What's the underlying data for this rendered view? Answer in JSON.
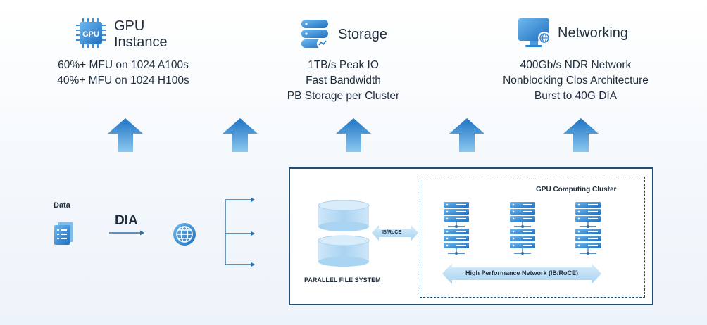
{
  "features": {
    "gpu": {
      "icon": "gpu-chip-icon",
      "icon_text": "GPU",
      "title_line1": "GPU",
      "title_line2": "Instance",
      "lines": [
        "60%+ MFU on 1024 A100s",
        "40%+ MFU on 1024 H100s"
      ]
    },
    "storage": {
      "icon": "database-icon",
      "title": "Storage",
      "lines": [
        "1TB/s Peak IO",
        "Fast Bandwidth",
        "PB Storage per Cluster"
      ]
    },
    "networking": {
      "icon": "monitor-network-icon",
      "title": "Networking",
      "lines": [
        "400Gb/s NDR Network",
        "Nonblocking Clos Architecture",
        "Burst to 40G DIA"
      ]
    }
  },
  "flow": {
    "data_label": "Data",
    "dia_label": "DIA"
  },
  "cluster": {
    "title": "GPU Computing Cluster",
    "ib_label": "IB/RoCE",
    "pfs_label": "PARALLEL FILE SYSTEM",
    "hpn_label": "High Performance Network (IB/RoCE)"
  },
  "colors": {
    "accent_dark": "#1d4f78",
    "accent": "#2f86d0",
    "accent_light": "#a9d4f2"
  }
}
